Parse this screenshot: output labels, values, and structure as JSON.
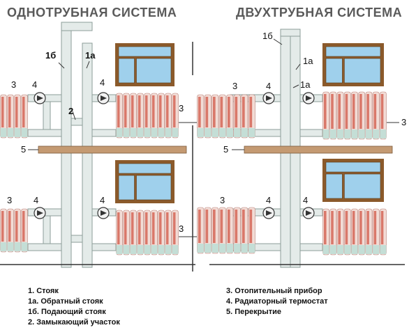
{
  "titles": {
    "left": "ОДНОТРУБНАЯ СИСТЕМА",
    "right": "ДВУХТРУБНАЯ СИСТЕМА"
  },
  "callouts": {
    "n1b": "1б",
    "n1a": "1а",
    "n2": "2",
    "n3": "3",
    "n4": "4",
    "n5": "5"
  },
  "legend": {
    "left": [
      "1.   Стояк",
      "1а. Обратный стояк",
      "1б. Подающий стояк",
      "2.  Замыкающий участок"
    ],
    "right": [
      "3. Отопительный прибор",
      "4. Радиаторный термостат",
      "5. Перекрытие"
    ]
  },
  "colors": {
    "pipe_fill": "#e4ebe9",
    "pipe_edge": "#8d9e99",
    "radiator_red": "#d9786a",
    "radiator_light": "#f2dcd6",
    "radiator_base": "#c4ded6",
    "window_frame": "#8b5a2b",
    "window_glass": "#9fd0ec",
    "slab": "#c49a72",
    "valve": "#f2f2f2"
  }
}
